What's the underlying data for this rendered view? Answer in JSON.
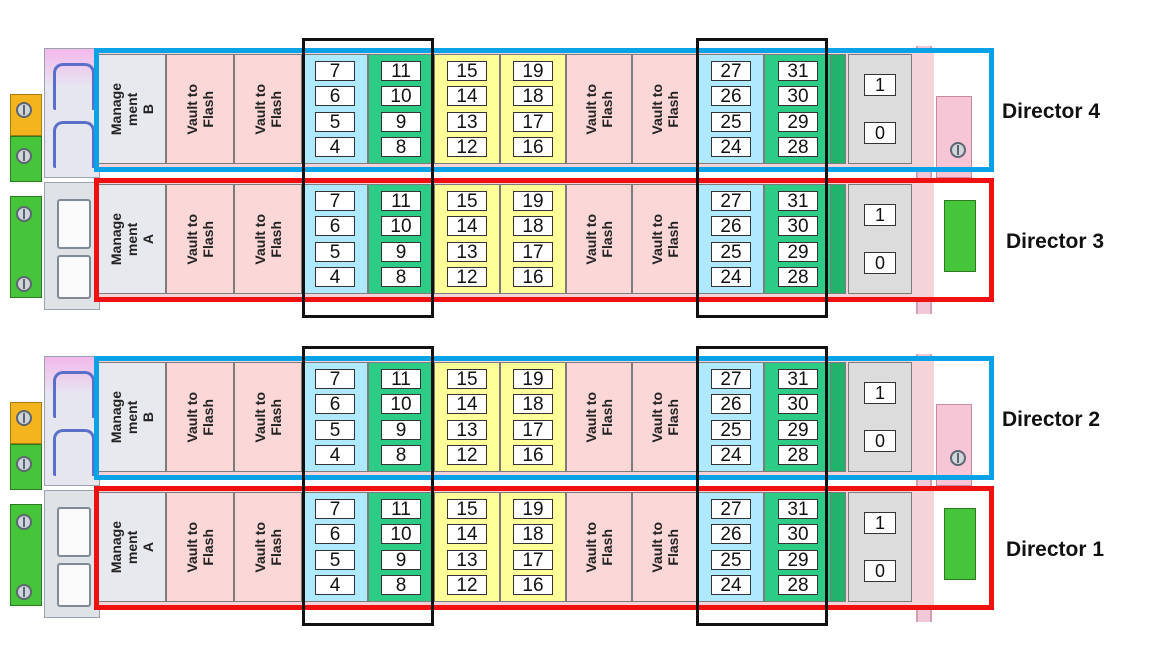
{
  "colors": {
    "management_slot": "#e8e9ee",
    "vault_slot": "#fbd7d7",
    "io_blue": "#aee9ff",
    "io_green": "#2ccb86",
    "io_yellow": "#ffff9a",
    "outline_blue": "#0aa2e6",
    "outline_red": "#ef1010",
    "outline_black": "#111111"
  },
  "chassis": [
    {
      "id": "upper",
      "directors": [
        {
          "label": "Director 4",
          "outline": "blue",
          "slots": [
            {
              "type": "mgmt",
              "text": "Manage\nment\nB"
            },
            {
              "type": "vault",
              "text": "Vault to\nFlash"
            },
            {
              "type": "vault",
              "text": "Vault to\nFlash"
            },
            {
              "type": "blue",
              "ports": [
                "7",
                "6",
                "5",
                "4"
              ]
            },
            {
              "type": "green",
              "ports": [
                "11",
                "10",
                "9",
                "8"
              ]
            },
            {
              "type": "yellow",
              "ports": [
                "15",
                "14",
                "13",
                "12"
              ]
            },
            {
              "type": "yellow",
              "ports": [
                "19",
                "18",
                "17",
                "16"
              ]
            },
            {
              "type": "vault",
              "text": "Vault to\nFlash"
            },
            {
              "type": "vault",
              "text": "Vault to\nFlash"
            },
            {
              "type": "blue",
              "ports": [
                "27",
                "26",
                "25",
                "24"
              ]
            },
            {
              "type": "green",
              "ports": [
                "31",
                "30",
                "29",
                "28"
              ]
            },
            {
              "type": "gray",
              "ports": [
                "1",
                "0"
              ]
            }
          ]
        },
        {
          "label": "Director 3",
          "outline": "red",
          "slots": [
            {
              "type": "mgmt",
              "text": "Manage\nment\nA"
            },
            {
              "type": "vault",
              "text": "Vault to\nFlash"
            },
            {
              "type": "vault",
              "text": "Vault to\nFlash"
            },
            {
              "type": "blue",
              "ports": [
                "7",
                "6",
                "5",
                "4"
              ]
            },
            {
              "type": "green",
              "ports": [
                "11",
                "10",
                "9",
                "8"
              ]
            },
            {
              "type": "yellow",
              "ports": [
                "15",
                "14",
                "13",
                "12"
              ]
            },
            {
              "type": "yellow",
              "ports": [
                "19",
                "18",
                "17",
                "16"
              ]
            },
            {
              "type": "vault",
              "text": "Vault to\nFlash"
            },
            {
              "type": "vault",
              "text": "Vault to\nFlash"
            },
            {
              "type": "blue",
              "ports": [
                "27",
                "26",
                "25",
                "24"
              ]
            },
            {
              "type": "green",
              "ports": [
                "31",
                "30",
                "29",
                "28"
              ]
            },
            {
              "type": "gray",
              "ports": [
                "1",
                "0"
              ]
            }
          ]
        }
      ]
    },
    {
      "id": "lower",
      "directors": [
        {
          "label": "Director 2",
          "outline": "blue",
          "slots": [
            {
              "type": "mgmt",
              "text": "Manage\nment\nB"
            },
            {
              "type": "vault",
              "text": "Vault to\nFlash"
            },
            {
              "type": "vault",
              "text": "Vault to\nFlash"
            },
            {
              "type": "blue",
              "ports": [
                "7",
                "6",
                "5",
                "4"
              ]
            },
            {
              "type": "green",
              "ports": [
                "11",
                "10",
                "9",
                "8"
              ]
            },
            {
              "type": "yellow",
              "ports": [
                "15",
                "14",
                "13",
                "12"
              ]
            },
            {
              "type": "yellow",
              "ports": [
                "19",
                "18",
                "17",
                "16"
              ]
            },
            {
              "type": "vault",
              "text": "Vault to\nFlash"
            },
            {
              "type": "vault",
              "text": "Vault to\nFlash"
            },
            {
              "type": "blue",
              "ports": [
                "27",
                "26",
                "25",
                "24"
              ]
            },
            {
              "type": "green",
              "ports": [
                "31",
                "30",
                "29",
                "28"
              ]
            },
            {
              "type": "gray",
              "ports": [
                "1",
                "0"
              ]
            }
          ]
        },
        {
          "label": "Director 1",
          "outline": "red",
          "slots": [
            {
              "type": "mgmt",
              "text": "Manage\nment\nA"
            },
            {
              "type": "vault",
              "text": "Vault to\nFlash"
            },
            {
              "type": "vault",
              "text": "Vault to\nFlash"
            },
            {
              "type": "blue",
              "ports": [
                "7",
                "6",
                "5",
                "4"
              ]
            },
            {
              "type": "green",
              "ports": [
                "11",
                "10",
                "9",
                "8"
              ]
            },
            {
              "type": "yellow",
              "ports": [
                "15",
                "14",
                "13",
                "12"
              ]
            },
            {
              "type": "yellow",
              "ports": [
                "19",
                "18",
                "17",
                "16"
              ]
            },
            {
              "type": "vault",
              "text": "Vault to\nFlash"
            },
            {
              "type": "vault",
              "text": "Vault to\nFlash"
            },
            {
              "type": "blue",
              "ports": [
                "27",
                "26",
                "25",
                "24"
              ]
            },
            {
              "type": "green",
              "ports": [
                "31",
                "30",
                "29",
                "28"
              ]
            },
            {
              "type": "gray",
              "ports": [
                "1",
                "0"
              ]
            }
          ]
        }
      ]
    }
  ]
}
